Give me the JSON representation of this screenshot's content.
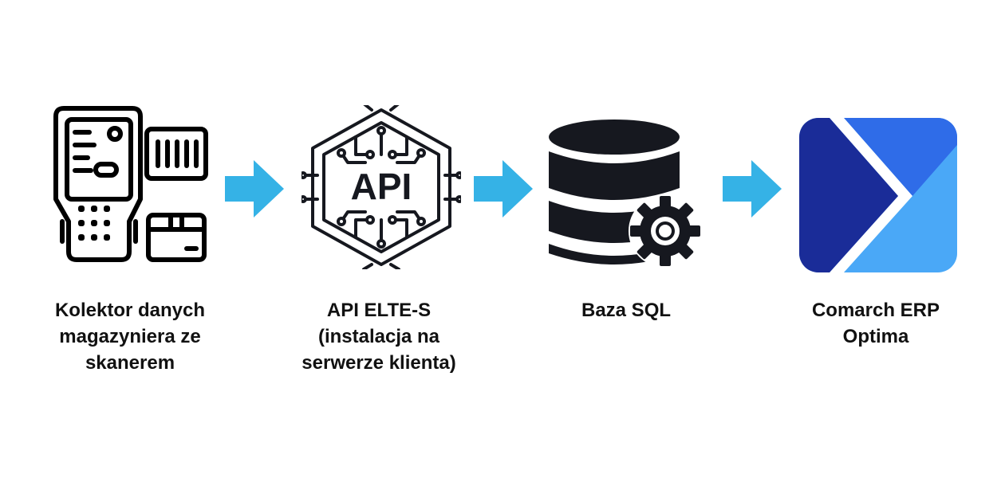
{
  "steps": [
    {
      "icon": "barcode-scanner-icon",
      "label_lines": [
        "Kolektor danych",
        "magazyniera ze",
        "skanerem"
      ]
    },
    {
      "icon": "api-chip-icon",
      "icon_text": "API",
      "label_lines": [
        "API ELTE-S",
        "(instalacja na",
        "serwerze klienta)"
      ]
    },
    {
      "icon": "database-gear-icon",
      "label_lines": [
        "Baza SQL"
      ]
    },
    {
      "icon": "comarch-optima-logo-icon",
      "label_lines": [
        "Comarch ERP",
        "Optima"
      ]
    }
  ],
  "connectors": [
    "arrow-right-icon",
    "arrow-right-icon",
    "arrow-right-icon"
  ],
  "colors": {
    "arrow": "#35B2E6",
    "icon_dark": "#16181F",
    "logo_dark_blue": "#1A2C98",
    "logo_blue": "#2F6CE8",
    "logo_light_blue": "#4AA8F7"
  }
}
